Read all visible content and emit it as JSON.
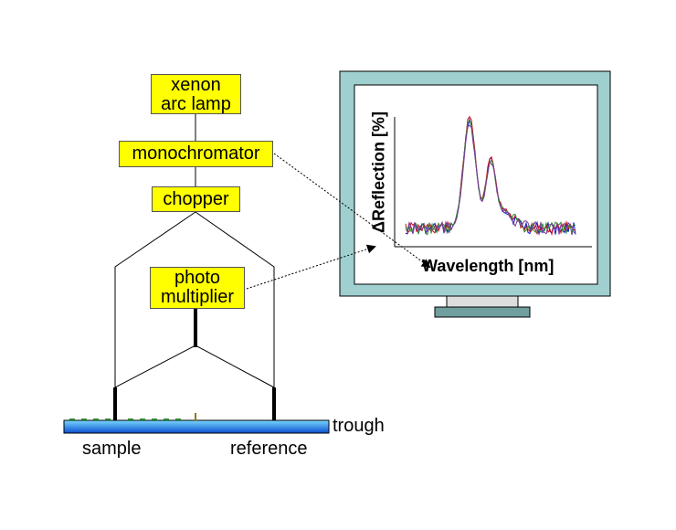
{
  "components": {
    "lamp": "xenon\narc lamp",
    "monochromator": "monochromator",
    "chopper": "chopper",
    "photomultiplier": "photo\nmultiplier"
  },
  "trough_label": "trough",
  "sample_label": "sample",
  "reference_label": "reference",
  "monitor": {
    "ylabel": "ΔReflection [%]",
    "xlabel": "Wavelength [nm]",
    "series_colors": [
      "#1010cc",
      "#cc1010",
      "#2a8a2a",
      "#7a3a9a"
    ]
  },
  "colors": {
    "box_fill": "#ffff00",
    "monitor_frame": "#9fcfcf",
    "trough_top": "#6fd6ff",
    "trough_bottom": "#0a4fd0"
  }
}
